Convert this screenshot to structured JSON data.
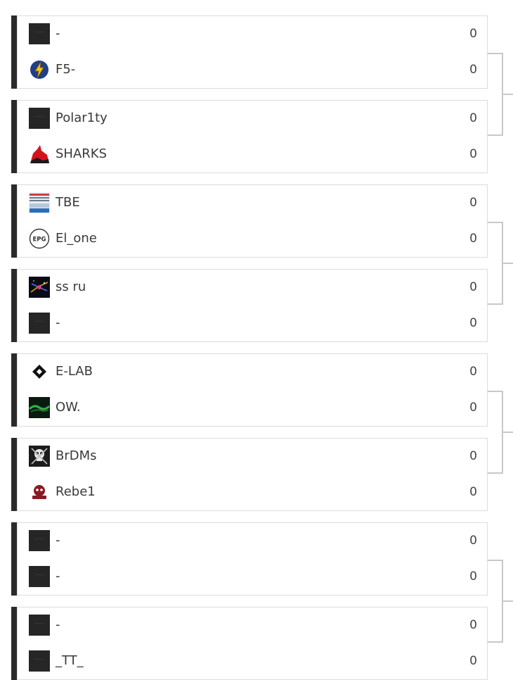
{
  "matches": [
    {
      "team1": {
        "name": "-",
        "score": "0",
        "logo": "default-logo"
      },
      "team2": {
        "name": "F5-",
        "score": "0",
        "logo": "lightning-ball-logo"
      }
    },
    {
      "team1": {
        "name": "Polar1ty",
        "score": "0",
        "logo": "default-logo"
      },
      "team2": {
        "name": "SHARKS",
        "score": "0",
        "logo": "red-shark-logo"
      }
    },
    {
      "team1": {
        "name": "TBE",
        "score": "0",
        "logo": "poster-logo"
      },
      "team2": {
        "name": "El_one",
        "score": "0",
        "logo": "epg-circle-logo"
      }
    },
    {
      "team1": {
        "name": "ss ru",
        "score": "0",
        "logo": "space-logo"
      },
      "team2": {
        "name": "-",
        "score": "0",
        "logo": "default-logo"
      }
    },
    {
      "team1": {
        "name": "E-LAB",
        "score": "0",
        "logo": "diamond-logo"
      },
      "team2": {
        "name": "OW.",
        "score": "0",
        "logo": "green-wave-logo"
      }
    },
    {
      "team1": {
        "name": "BrDMs",
        "score": "0",
        "logo": "skull-logo"
      },
      "team2": {
        "name": "Rebe1",
        "score": "0",
        "logo": "rebel-badge-logo"
      }
    },
    {
      "team1": {
        "name": "-",
        "score": "0",
        "logo": "default-logo"
      },
      "team2": {
        "name": "-",
        "score": "0",
        "logo": "default-logo"
      }
    },
    {
      "team1": {
        "name": "-",
        "score": "0",
        "logo": "default-logo"
      },
      "team2": {
        "name": "_TT_",
        "score": "0",
        "logo": "default-logo"
      }
    }
  ],
  "colors": {
    "bar": "#2b2b2b",
    "border": "#dcdcdc",
    "connector": "#c8c8c8",
    "text": "#3a3a3a"
  }
}
